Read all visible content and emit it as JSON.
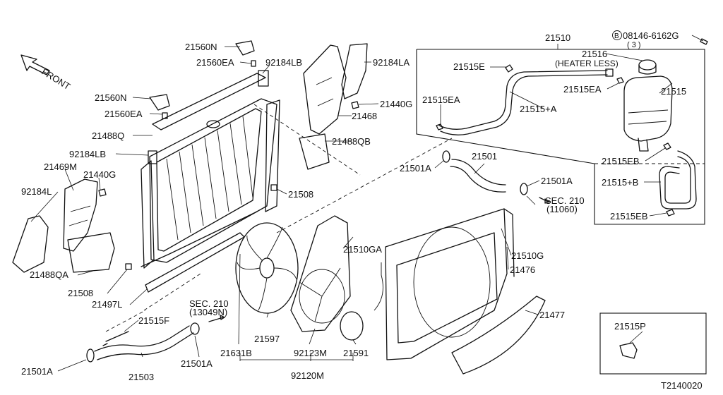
{
  "diagram_id": "T2140020",
  "front_label": "FRONT",
  "bolt_note": {
    "symbol": "B",
    "part_no": "08146-6162G",
    "qty": "( 3 )"
  },
  "sec_refs": [
    {
      "id": "sec210_11060",
      "line1": "SEC. 210",
      "line2": "(11060)"
    },
    {
      "id": "sec210_13049n",
      "line1": "SEC. 210",
      "line2": "(13049N)"
    }
  ],
  "heater_less_note": "(HEATER LESS)",
  "inset_label": "21515P",
  "parts": {
    "p21560N_a": "21560N",
    "p21560EA_a": "21560EA",
    "p92184LB_a": "92184LB",
    "p92184LA": "92184LA",
    "p21440G_a": "21440G",
    "p21468": "21468",
    "p21488QB": "21488QB",
    "p21560N_b": "21560N",
    "p21560EA_b": "21560EA",
    "p21488Q": "21488Q",
    "p92184LB_b": "92184LB",
    "p21469M": "21469M",
    "p21440G_b": "21440G",
    "p92184L": "92184L",
    "p21488QA": "21488QA",
    "p21508_a": "21508",
    "p21508_b": "21508",
    "p21497L": "21497L",
    "p21510": "21510",
    "p21516": "21516",
    "p21515E": "21515E",
    "p21515EA_a": "21515EA",
    "p21515": "21515",
    "p21515EA_b": "21515EA",
    "p21515A": "21515+A",
    "p21515EB_a": "21515EB",
    "p21515B": "21515+B",
    "p21515EB_b": "21515EB",
    "p21501A_a": "21501A",
    "p21501": "21501",
    "p21501A_b": "21501A",
    "p21510GA": "21510GA",
    "p21510G": "21510G",
    "p21476": "21476",
    "p21477": "21477",
    "p21515F": "21515F",
    "p21597": "21597",
    "p21631B": "21631B",
    "p92123M": "92123M",
    "p21591": "21591",
    "p92120M": "92120M",
    "p21501A_c": "21501A",
    "p21503": "21503",
    "p21501A_d": "21501A"
  }
}
